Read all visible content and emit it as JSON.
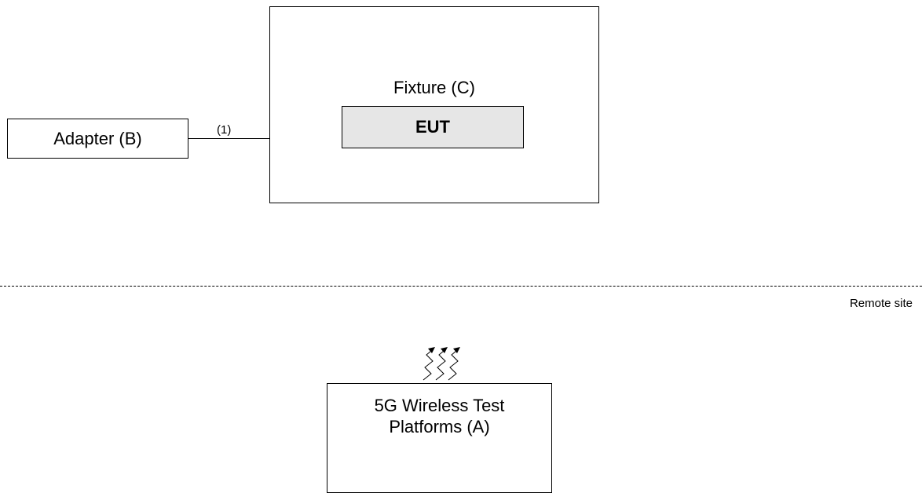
{
  "diagram": {
    "adapter": {
      "label": "Adapter (B)"
    },
    "fixture": {
      "label": "Fixture (C)",
      "eut_label": "EUT"
    },
    "connection": {
      "label": "(1)"
    },
    "divider": {
      "label": "Remote site"
    },
    "platform": {
      "line1": "5G Wireless Test",
      "line2": "Platforms (A)"
    },
    "icons": {
      "wireless": "wireless-signal-icon"
    }
  }
}
